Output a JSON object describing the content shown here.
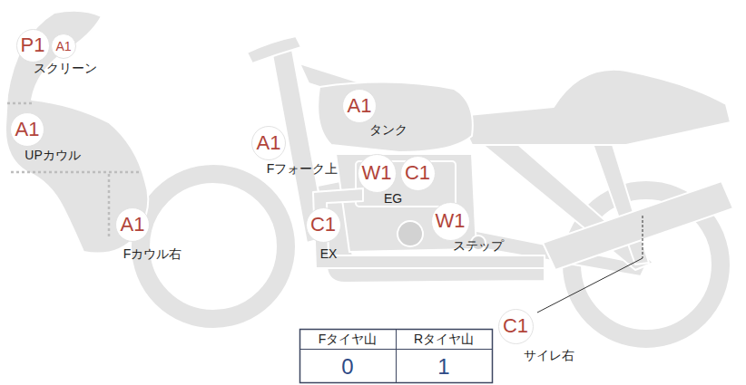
{
  "diagram": {
    "nodes": [
      {
        "text": [
          "P1"
        ]
      },
      {
        "text": [
          "A1"
        ]
      },
      {
        "text": [
          "A1"
        ]
      },
      {
        "text": [
          "A1"
        ]
      },
      {
        "text": [
          "A1"
        ]
      },
      {
        "text": [
          "W1"
        ]
      },
      {
        "text": [
          "C1"
        ]
      },
      {
        "text": [
          "A1"
        ]
      },
      {
        "text": [
          "C1"
        ]
      },
      {
        "text": [
          "W1"
        ]
      },
      {
        "text": [
          "C1"
        ]
      }
    ],
    "labels": [
      "スクリーン",
      "タンク",
      "UPカウル",
      "Fフォーク上",
      "EG",
      "Fカウル右",
      "EX",
      "ステップ",
      "サイレ右",
      "Fタイヤ山",
      "Rタイヤ山",
      "0",
      "1"
    ]
  }
}
